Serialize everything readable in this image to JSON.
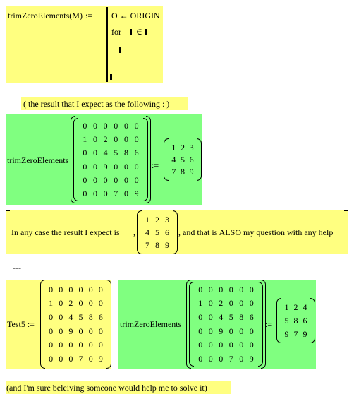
{
  "func_def": {
    "name": "trimZeroElements(M)",
    "assign": ":=",
    "line1": "O ← ORIGIN",
    "for_kw": "for",
    "in_sym": "∈",
    "ellipsis": "..."
  },
  "expect_note": "( the result that I expect as the following : )",
  "expected_eval": {
    "func": "trimZeroElements",
    "eq": ":=",
    "matrix": [
      [
        0,
        0,
        0,
        0,
        0,
        0
      ],
      [
        1,
        0,
        2,
        0,
        0,
        0
      ],
      [
        0,
        0,
        4,
        5,
        8,
        6
      ],
      [
        0,
        0,
        9,
        0,
        0,
        0
      ],
      [
        0,
        0,
        0,
        0,
        0,
        0
      ],
      [
        0,
        0,
        0,
        7,
        0,
        9
      ]
    ],
    "result": [
      [
        1,
        2,
        3
      ],
      [
        4,
        5,
        6
      ],
      [
        7,
        8,
        9
      ]
    ]
  },
  "question": {
    "before": "In any case the result I expect is",
    "after": ", and that is ALSO my question with any help",
    "matrix": [
      [
        1,
        2,
        3
      ],
      [
        4,
        5,
        6
      ],
      [
        7,
        8,
        9
      ]
    ]
  },
  "separator": "---",
  "test5": {
    "label": "Test5 :=",
    "matrix": [
      [
        0,
        0,
        0,
        0,
        0,
        0
      ],
      [
        1,
        0,
        2,
        0,
        0,
        0
      ],
      [
        0,
        0,
        4,
        5,
        8,
        6
      ],
      [
        0,
        0,
        9,
        0,
        0,
        0
      ],
      [
        0,
        0,
        0,
        0,
        0,
        0
      ],
      [
        0,
        0,
        0,
        7,
        0,
        9
      ]
    ]
  },
  "actual_eval": {
    "func": "trimZeroElements",
    "eq": ":=",
    "matrix": [
      [
        0,
        0,
        0,
        0,
        0,
        0
      ],
      [
        1,
        0,
        2,
        0,
        0,
        0
      ],
      [
        0,
        0,
        4,
        5,
        8,
        6
      ],
      [
        0,
        0,
        9,
        0,
        0,
        0
      ],
      [
        0,
        0,
        0,
        0,
        0,
        0
      ],
      [
        0,
        0,
        0,
        7,
        0,
        9
      ]
    ],
    "result": [
      [
        1,
        2,
        4
      ],
      [
        5,
        8,
        6
      ],
      [
        9,
        7,
        9
      ]
    ]
  },
  "closing_note": "(and I'm sure beleiving someone would help me to solve it)"
}
